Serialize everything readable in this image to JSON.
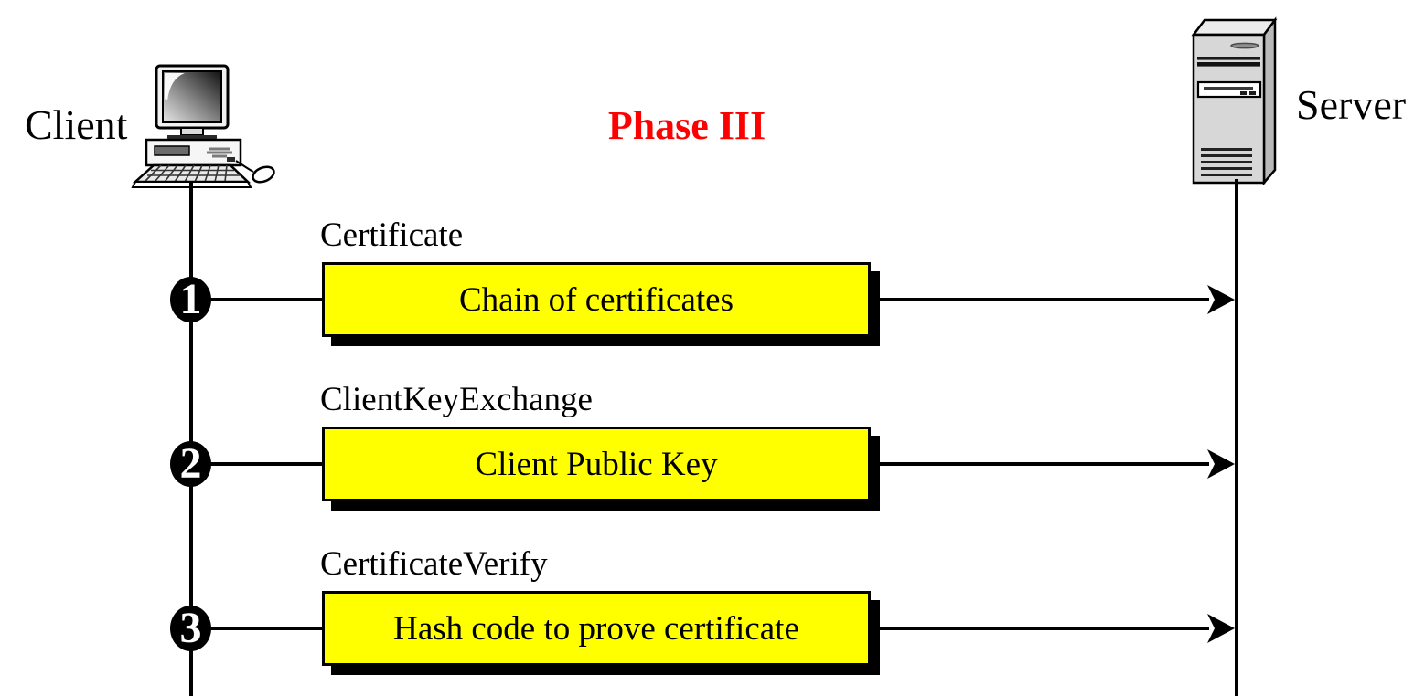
{
  "diagram": {
    "phase_title": "Phase III",
    "client_label": "Client",
    "server_label": "Server",
    "colors": {
      "phase_title_red": "#ff0000",
      "message_box_fill": "#ffff00",
      "line_black": "#000000"
    },
    "messages": [
      {
        "number": "1",
        "name": "Certificate",
        "payload": "Chain of certificates"
      },
      {
        "number": "2",
        "name": "ClientKeyExchange",
        "payload": "Client Public Key"
      },
      {
        "number": "3",
        "name": "CertificateVerify",
        "payload": "Hash code to prove certificate"
      }
    ]
  }
}
